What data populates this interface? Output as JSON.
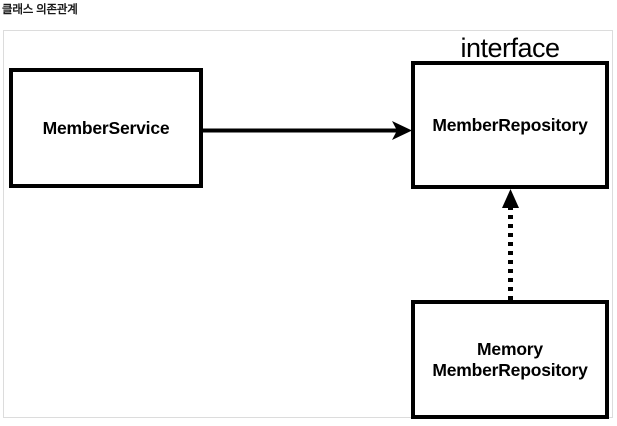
{
  "caption": {
    "text": "클래스 의존관계"
  },
  "diagram": {
    "type": "uml-class-dependency",
    "stereotype_label": "interface",
    "nodes": [
      {
        "id": "member-service",
        "label": "MemberService",
        "kind": "class"
      },
      {
        "id": "member-repository",
        "label": "MemberRepository",
        "kind": "interface"
      },
      {
        "id": "memory-member-repository",
        "label": "Memory\nMemberRepository",
        "kind": "class"
      }
    ],
    "edges": [
      {
        "id": "dependency-edge",
        "from": "member-service",
        "to": "member-repository",
        "style": "solid",
        "arrow": "open-arrow",
        "relation": "dependency"
      },
      {
        "id": "realization-edge",
        "from": "memory-member-repository",
        "to": "member-repository",
        "style": "dotted",
        "arrow": "solid-triangle",
        "relation": "realization"
      }
    ]
  },
  "colors": {
    "stroke": "#000000",
    "panel_border": "#dcdcdc",
    "background": "#ffffff",
    "caption_text": "#1a1a1a"
  }
}
